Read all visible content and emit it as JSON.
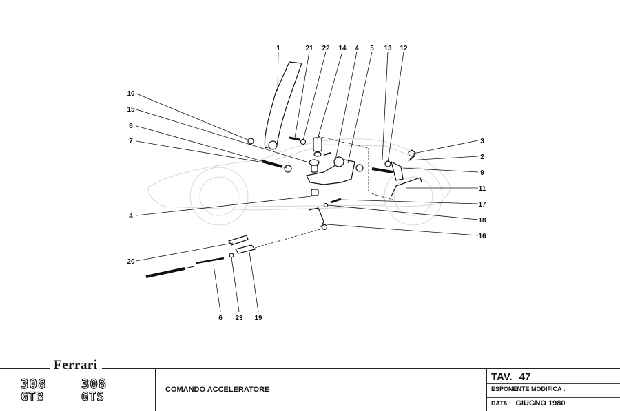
{
  "drawing": {
    "callouts": [
      "1",
      "21",
      "22",
      "14",
      "4",
      "5",
      "13",
      "12",
      "10",
      "15",
      "8",
      "7",
      "3",
      "2",
      "9",
      "11",
      "17",
      "18",
      "16",
      "4",
      "20",
      "6",
      "23",
      "19"
    ]
  },
  "footer": {
    "brand": "Ferrari",
    "models": [
      {
        "number": "308",
        "variant": "GTB"
      },
      {
        "number": "308",
        "variant": "GTS"
      }
    ],
    "title": "COMANDO ACCELERATORE",
    "tav_label": "TAV.",
    "tav_number": "47",
    "esponente_label": "ESPONENTE  MODIFICA :",
    "data_label": "DATA :",
    "data_value": "GIUGNO  1980"
  }
}
